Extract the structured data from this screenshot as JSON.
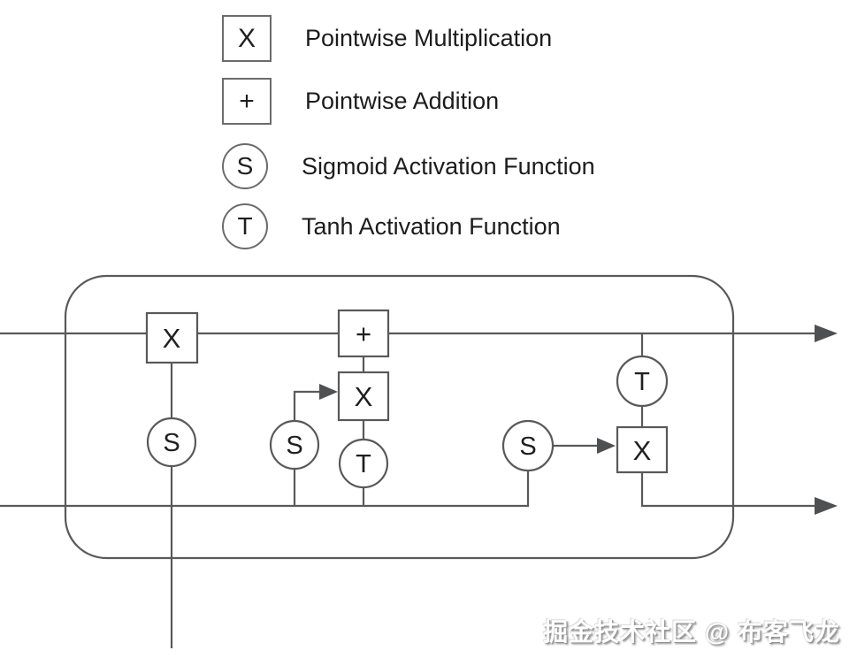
{
  "colors": {
    "background": "#ffffff",
    "line": "#58595b",
    "node_border": "#6a6b6d",
    "node_fill": "#ffffff",
    "text": "#1f1f1f",
    "watermark_fill": "#ffffff",
    "watermark_shadow": "#8f8f8f"
  },
  "legend": {
    "items": [
      {
        "shape": "square",
        "symbol": "X",
        "label": "Pointwise Multiplication"
      },
      {
        "shape": "square",
        "symbol": "+",
        "label": "Pointwise Addition"
      },
      {
        "shape": "circle",
        "symbol": "S",
        "label": "Sigmoid Activation Function"
      },
      {
        "shape": "circle",
        "symbol": "T",
        "label": "Tanh Activation Function"
      }
    ]
  },
  "diagram": {
    "type": "lstm-cell",
    "nodes": {
      "forget_multiply": "X",
      "cell_addition": "+",
      "input_multiply": "X",
      "output_multiply": "X",
      "forget_sigmoid": "S",
      "input_sigmoid": "S",
      "candidate_tanh": "T",
      "output_sigmoid": "S",
      "output_tanh": "T"
    }
  },
  "watermark": {
    "text": "掘金技术社区 @ 布客飞龙"
  }
}
